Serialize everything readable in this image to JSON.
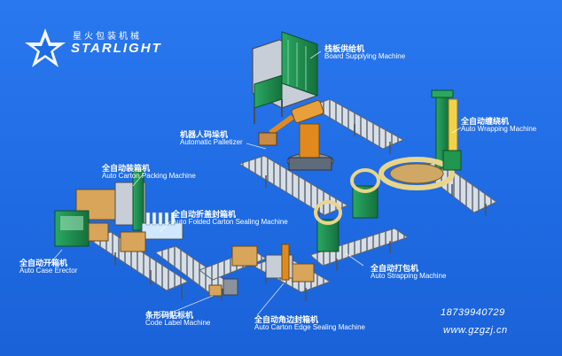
{
  "brand": {
    "cn": "星火包装机械",
    "en": "STARLIGHT"
  },
  "contact": {
    "phone": "18739940729",
    "site": "www.gzgzj.cn"
  },
  "machines": {
    "board_supplying": {
      "cn": "栈板供给机",
      "en": "Board Supplying Machine"
    },
    "auto_wrapping": {
      "cn": "全自动缠绕机",
      "en": "Auto Wrapping Machine"
    },
    "palletizer": {
      "cn": "机器人码垛机",
      "en": "Automatic Palletizer"
    },
    "carton_packing": {
      "cn": "全自动装箱机",
      "en": "Auto Carton Packing Machine"
    },
    "folded_sealing": {
      "cn": "全自动折盖封箱机",
      "en": "Auto Folded Carton Sealing Machine"
    },
    "case_erector": {
      "cn": "全自动开箱机",
      "en": "Auto Case Erector"
    },
    "strapping": {
      "cn": "全自动打包机",
      "en": "Auto Strapping Machine"
    },
    "code_label": {
      "cn": "条形码贴标机",
      "en": "Code Label Machine"
    },
    "edge_sealing": {
      "cn": "全自动角边封箱机",
      "en": "Auto Carton Edge Sealing Machine"
    }
  },
  "colors": {
    "background": "#1f6be3",
    "machine_green": "#1e8f4e",
    "conveyor_steel": "#cfd6df",
    "roller_dark": "#6b7380",
    "robot_orange": "#e08a1e"
  }
}
